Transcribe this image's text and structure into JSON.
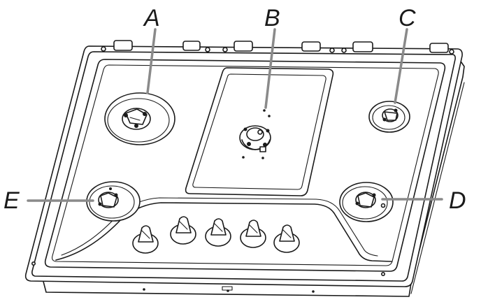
{
  "diagram": {
    "labels": {
      "a": "A",
      "b": "B",
      "c": "C",
      "d": "D",
      "e": "E"
    },
    "colors": {
      "ink": "#1a1a1a",
      "leader": "#8a8a8a",
      "background": "#ffffff"
    }
  }
}
